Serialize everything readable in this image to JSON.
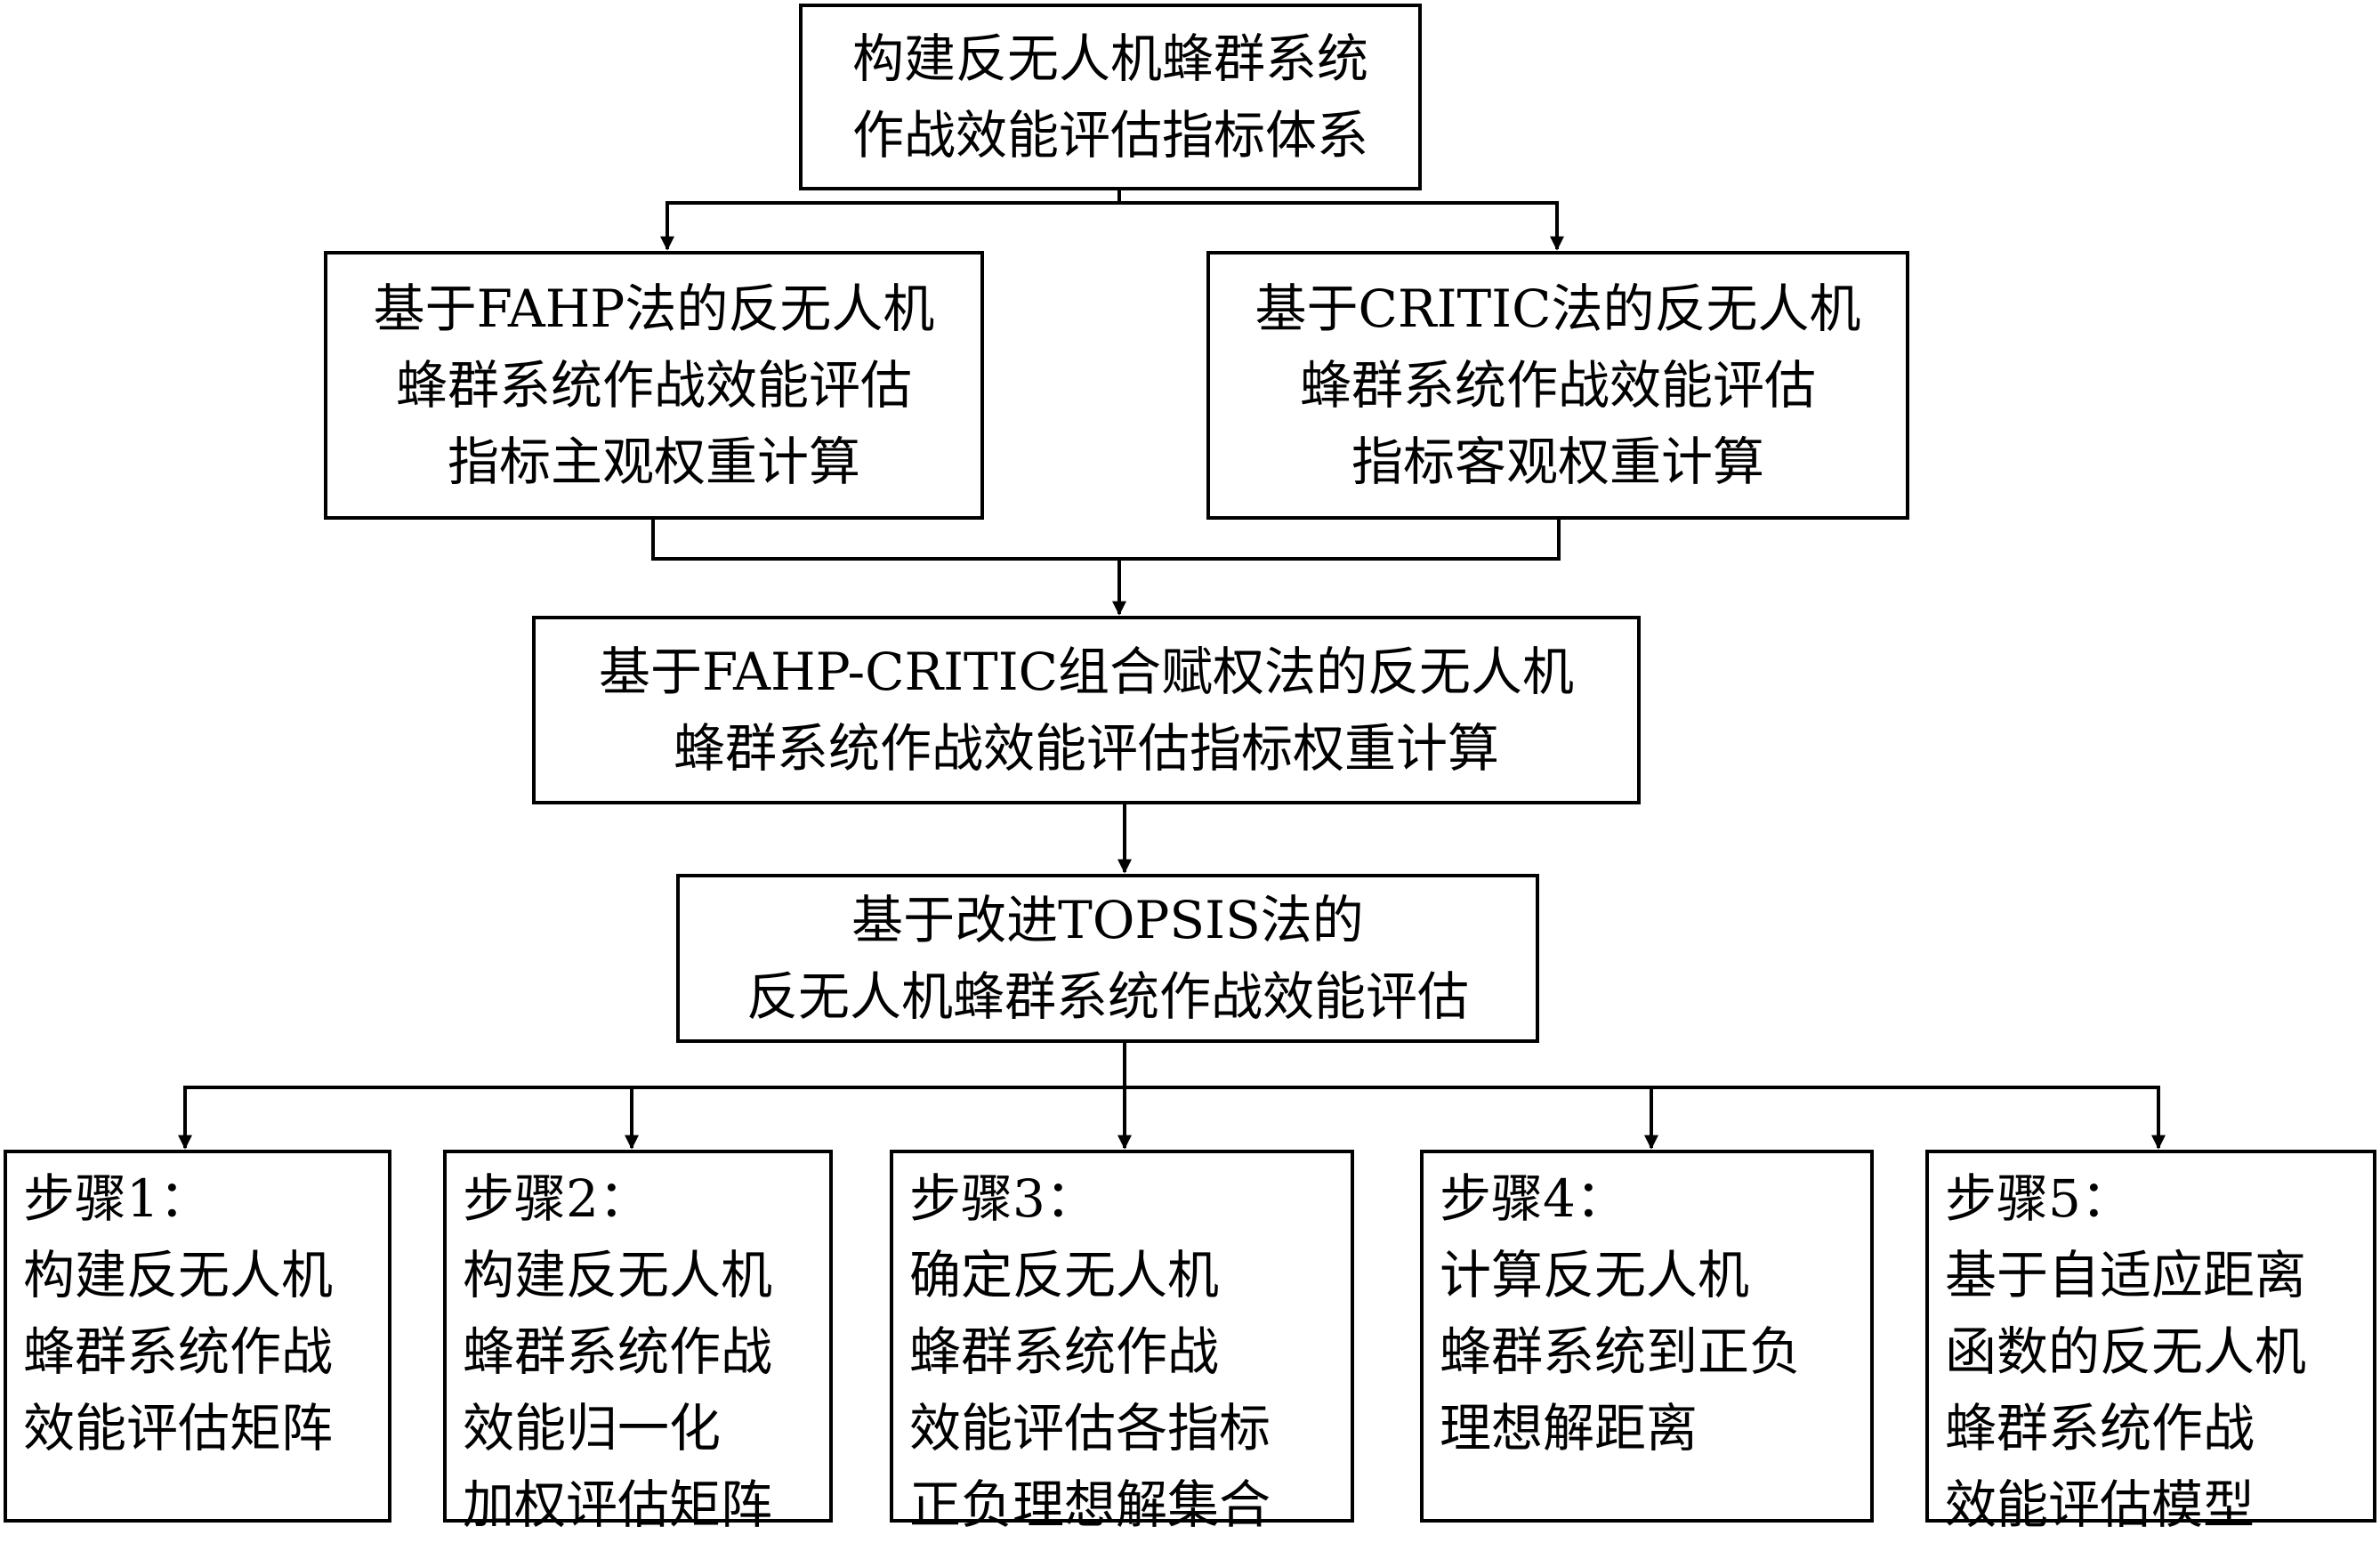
{
  "diagram": {
    "top_box": {
      "lines": [
        "构建反无人机蜂群系统",
        "作战效能评估指标体系"
      ]
    },
    "fahp_box": {
      "lines": [
        "基于FAHP法的反无人机",
        "蜂群系统作战效能评估",
        "指标主观权重计算"
      ]
    },
    "critic_box": {
      "lines": [
        "基于CRITIC法的反无人机",
        "蜂群系统作战效能评估",
        "指标客观权重计算"
      ]
    },
    "combined_box": {
      "lines": [
        "基于FAHP-CRITIC组合赋权法的反无人机",
        "蜂群系统作战效能评估指标权重计算"
      ]
    },
    "topsis_box": {
      "lines": [
        "基于改进TOPSIS法的",
        "反无人机蜂群系统作战效能评估"
      ]
    },
    "steps": [
      {
        "lines": [
          "步骤1：",
          "构建反无人机",
          "蜂群系统作战",
          "效能评估矩阵"
        ]
      },
      {
        "lines": [
          "步骤2：",
          "构建反无人机",
          "蜂群系统作战",
          "效能归一化",
          "加权评估矩阵"
        ]
      },
      {
        "lines": [
          "步骤3：",
          "确定反无人机",
          "蜂群系统作战",
          "效能评估各指标",
          "正负理想解集合"
        ]
      },
      {
        "lines": [
          "步骤4：",
          "计算反无人机",
          "蜂群系统到正负",
          "理想解距离"
        ]
      },
      {
        "lines": [
          "步骤5：",
          "基于自适应距离",
          "函数的反无人机",
          "蜂群系统作战",
          "效能评估模型"
        ]
      }
    ],
    "colors": {
      "stroke": "#000000",
      "fill": "#ffffff"
    }
  }
}
